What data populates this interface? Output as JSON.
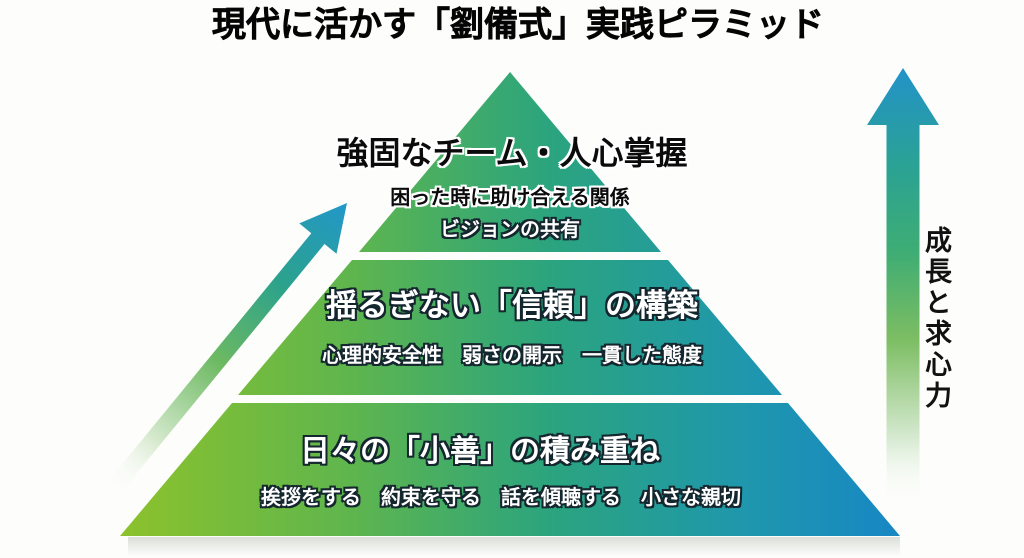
{
  "title": "現代に活かす「劉備式」実践ピラミッド",
  "side_label": "成長と求心力",
  "pyramid": {
    "tiers": [
      {
        "level": 1,
        "heading": "強固なチーム・人心掌握",
        "sublines": [
          "困った時に助け合える関係",
          "ビジョンの共有"
        ]
      },
      {
        "level": 2,
        "heading": "揺るぎない「信頼」の構築",
        "sublines": [
          "心理的安全性　弱さの開示　一貫した態度"
        ]
      },
      {
        "level": 3,
        "heading": "日々の「小善」の積み重ね",
        "sublines": [
          "挨拶をする　約束を守る　話を傾聴する　小さな親切"
        ]
      }
    ]
  },
  "icons": {
    "left": "diagonal-up-arrow",
    "right": "up-arrow"
  },
  "colors": {
    "gradient_green": "#8cc22c",
    "gradient_teal": "#2ba47e",
    "gradient_blue": "#1787c4",
    "text_dark": "#0b0b0b",
    "text_light": "#ffffff",
    "outline_dark": "#14262e",
    "background": "#fdfdfb"
  }
}
